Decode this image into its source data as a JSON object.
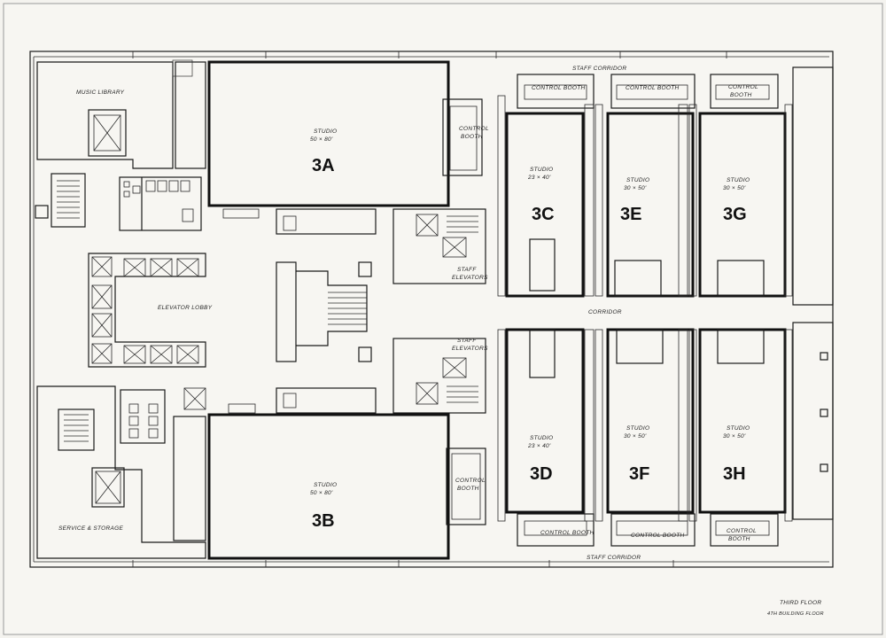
{
  "floor_title": "THIRD FLOOR",
  "floor_subtitle": "4TH BUILDING FLOOR",
  "corridors": {
    "staff_top": "STAFF CORRIDOR",
    "staff_bottom": "STAFF CORRIDOR",
    "middle": "CORRIDOR"
  },
  "rooms": {
    "music_library": "MUSIC LIBRARY",
    "elevator_lobby": "ELEVATOR LOBBY",
    "service_storage": "SERVICE & STORAGE",
    "staff_elevators_top": [
      "STAFF",
      "ELEVATORS"
    ],
    "staff_elevators_bottom": [
      "STAFF",
      "ELEVATORS"
    ],
    "control_booth_a": [
      "CONTROL",
      "BOOTH"
    ],
    "control_booth_b": [
      "CONTROL",
      "BOOTH"
    ],
    "control_booth_c": "CONTROL BOOTH",
    "control_booth_e": "CONTROL BOOTH",
    "control_booth_g": [
      "CONTROL",
      "BOOTH"
    ],
    "control_booth_d": "CONTROL BOOTH",
    "control_booth_f": "CONTROL BOOTH",
    "control_booth_h": [
      "CONTROL",
      "BOOTH"
    ]
  },
  "studios": {
    "a": {
      "id": "3A",
      "title": "STUDIO",
      "size": "50 × 80'"
    },
    "b": {
      "id": "3B",
      "title": "STUDIO",
      "size": "50 × 80'"
    },
    "c": {
      "id": "3C",
      "title": "STUDIO",
      "size": "23 × 40'"
    },
    "d": {
      "id": "3D",
      "title": "STUDIO",
      "size": "23 × 40'"
    },
    "e": {
      "id": "3E",
      "title": "STUDIO",
      "size": "30 × 50'"
    },
    "f": {
      "id": "3F",
      "title": "STUDIO",
      "size": "30 × 50'"
    },
    "g": {
      "id": "3G",
      "title": "STUDIO",
      "size": "30 × 50'"
    },
    "h": {
      "id": "3H",
      "title": "STUDIO",
      "size": "30 × 50'"
    }
  }
}
